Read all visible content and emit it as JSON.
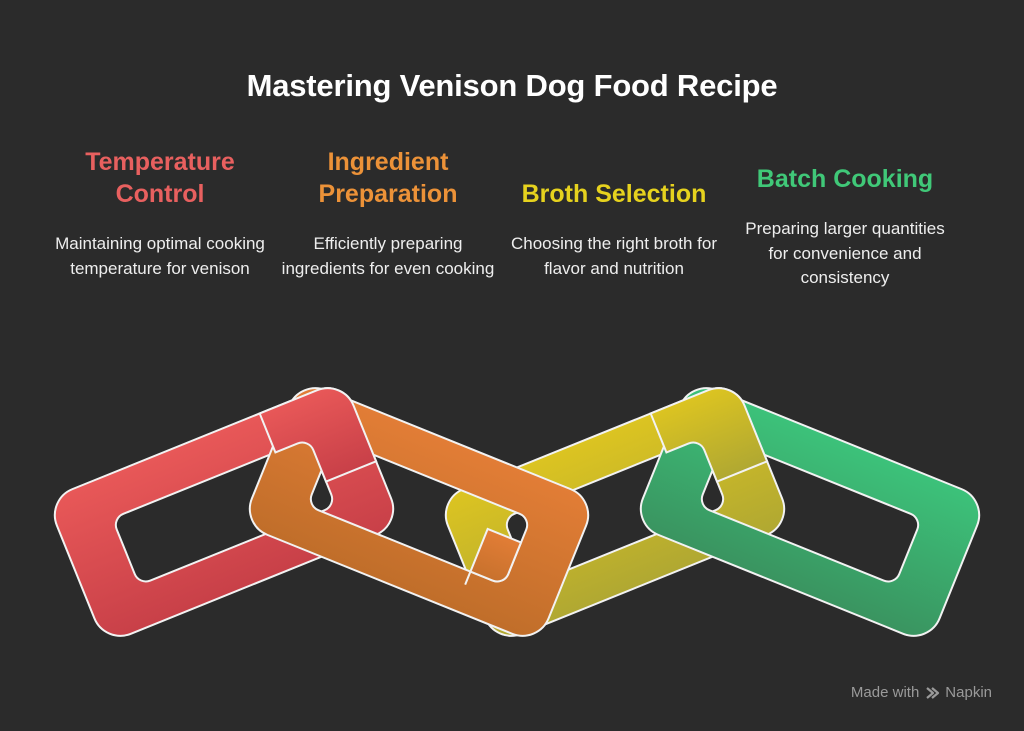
{
  "title": "Mastering Venison Dog Food Recipe",
  "steps": [
    {
      "heading": "Temperature Control",
      "description": "Maintaining optimal cooking temperature for venison",
      "color": "#e8605f"
    },
    {
      "heading": "Ingredient Preparation",
      "description": "Efficiently preparing ingredients for even cooking",
      "color": "#ec9238"
    },
    {
      "heading": "Broth Selection",
      "description": "Choosing the right broth for flavor and nutrition",
      "color": "#e6d21e"
    },
    {
      "heading": "Batch Cooking",
      "description": "Preparing larger quantities for convenience and consistency",
      "color": "#40c878"
    }
  ],
  "chain_colors": {
    "link_1": [
      "#e85858",
      "#c84048"
    ],
    "link_2": [
      "#e27d36",
      "#c06e2a"
    ],
    "link_3": [
      "#dcc421",
      "#b0a832"
    ],
    "link_4": [
      "#3cc27a",
      "#3a9460"
    ],
    "outline": "#f2f2f2"
  },
  "footer": {
    "made_with": "Made with",
    "brand": "Napkin"
  }
}
